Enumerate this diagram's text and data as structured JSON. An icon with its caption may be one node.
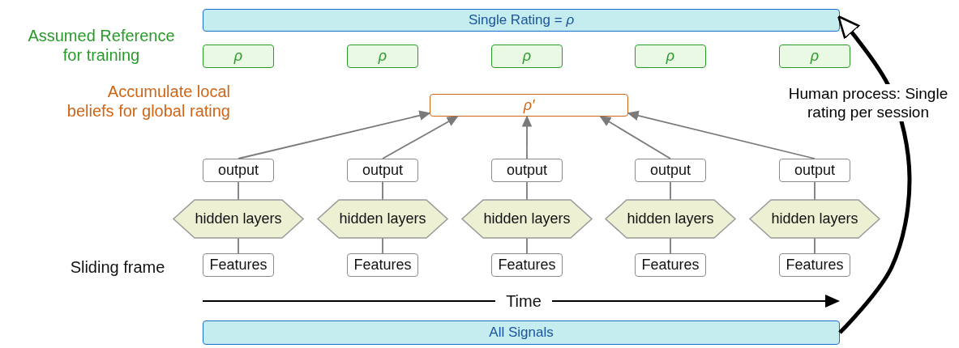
{
  "diagram": {
    "nodes": [
      {
        "text": [
          "Single Rating = *ρ*"
        ]
      },
      {
        "text": [
          "ρ"
        ]
      },
      {
        "text": [
          "ρ"
        ]
      },
      {
        "text": [
          "ρ"
        ]
      },
      {
        "text": [
          "ρ"
        ]
      },
      {
        "text": [
          "ρ"
        ]
      },
      {
        "text": [
          "ρ′"
        ]
      },
      {
        "text": [
          "output"
        ]
      },
      {
        "text": [
          "output"
        ]
      },
      {
        "text": [
          "output"
        ]
      },
      {
        "text": [
          "output"
        ]
      },
      {
        "text": [
          "output"
        ]
      },
      {
        "text": [
          "hidden layers"
        ]
      },
      {
        "text": [
          "hidden layers"
        ]
      },
      {
        "text": [
          "hidden layers"
        ]
      },
      {
        "text": [
          "hidden layers"
        ]
      },
      {
        "text": [
          "hidden layers"
        ]
      },
      {
        "text": [
          "Features"
        ]
      },
      {
        "text": [
          "Features"
        ]
      },
      {
        "text": [
          "Features"
        ]
      },
      {
        "text": [
          "Features"
        ]
      },
      {
        "text": [
          "Features"
        ]
      },
      {
        "text": [
          "All Signals"
        ]
      }
    ],
    "edges": [
      {
        "from": 7,
        "to": 6,
        "arrow": "to"
      },
      {
        "from": 8,
        "to": 6,
        "arrow": "to"
      },
      {
        "from": 9,
        "to": 6,
        "arrow": "to"
      },
      {
        "from": 10,
        "to": 6,
        "arrow": "to"
      },
      {
        "from": 11,
        "to": 6,
        "arrow": "to"
      },
      {
        "from": 12,
        "to": 7,
        "arrow": "none"
      },
      {
        "from": 13,
        "to": 8,
        "arrow": "none"
      },
      {
        "from": 14,
        "to": 9,
        "arrow": "none"
      },
      {
        "from": 15,
        "to": 10,
        "arrow": "none"
      },
      {
        "from": 16,
        "to": 11,
        "arrow": "none"
      },
      {
        "from": 17,
        "to": 12,
        "arrow": "none"
      },
      {
        "from": 18,
        "to": 13,
        "arrow": "none"
      },
      {
        "from": 19,
        "to": 14,
        "arrow": "none"
      },
      {
        "from": 20,
        "to": 15,
        "arrow": "none"
      },
      {
        "from": 21,
        "to": 16,
        "arrow": "none"
      },
      {
        "from": 22,
        "to": 0,
        "arrow": "to",
        "label": "Human process: Single rating per session",
        "style": "thick",
        "color": "#000000"
      }
    ],
    "labels": [
      "Assumed Reference for training",
      "Accumulate local beliefs for global rating",
      "Sliding frame",
      "Time"
    ]
  }
}
